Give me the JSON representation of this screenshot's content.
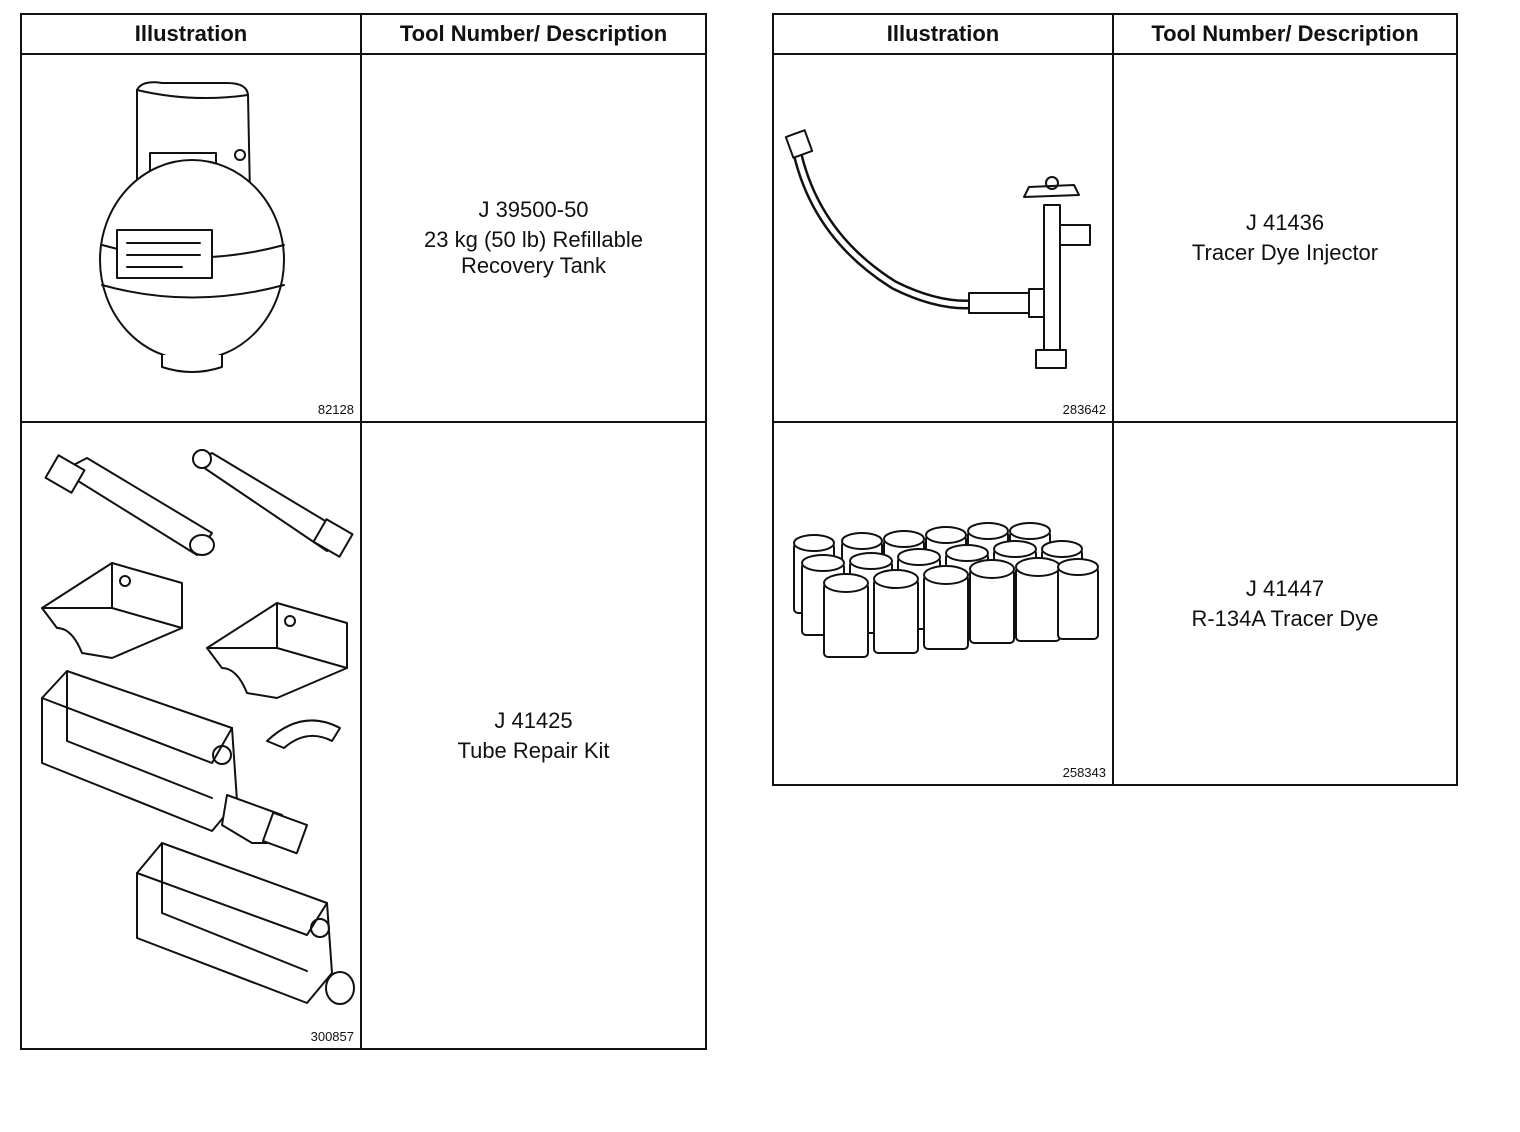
{
  "left_table": {
    "header": {
      "illustration": "Illustration",
      "tool": "Tool Number/ Description"
    },
    "rows": [
      {
        "code": "82128",
        "tool_number": "J 39500-50",
        "description_1": "23 kg (50 lb) Refillable",
        "description_2": "Recovery Tank",
        "icon": "recovery-tank"
      },
      {
        "code": "300857",
        "tool_number": "J 41425",
        "description_1": "Tube Repair Kit",
        "icon": "tube-repair-kit"
      }
    ]
  },
  "right_table": {
    "header": {
      "illustration": "Illustration",
      "tool": "Tool Number/ Description"
    },
    "rows": [
      {
        "code": "283642",
        "tool_number": "J 41436",
        "description_1": "Tracer Dye Injector",
        "icon": "dye-injector"
      },
      {
        "code": "258343",
        "tool_number": "J 41447",
        "description_1": "R-134A Tracer Dye",
        "icon": "dye-bottles"
      }
    ]
  }
}
